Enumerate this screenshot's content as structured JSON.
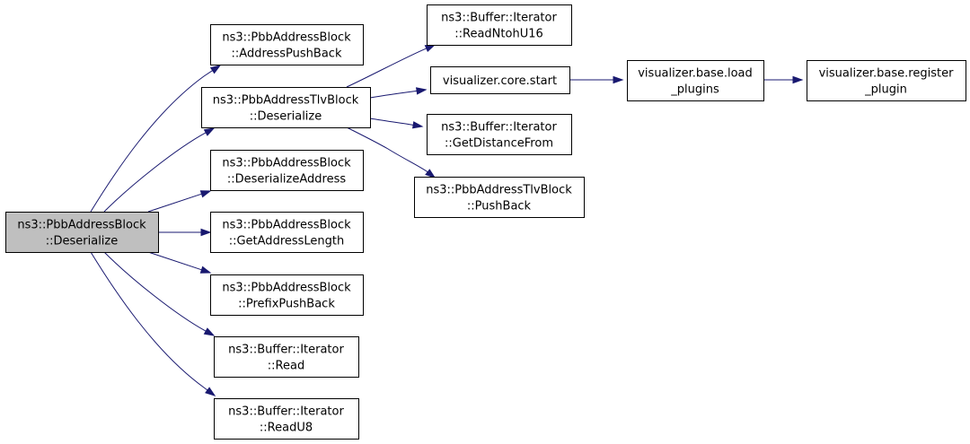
{
  "diagram": {
    "type": "call-graph",
    "colors": {
      "edge": "#191970",
      "root_fill": "#bfbfbf",
      "node_fill": "#ffffff",
      "border": "#000000"
    },
    "nodes": [
      {
        "id": "root",
        "lines": [
          "ns3::PbbAddressBlock",
          "::Deserialize"
        ],
        "is_root": true
      },
      {
        "id": "address-push-back",
        "lines": [
          "ns3::PbbAddressBlock",
          "::AddressPushBack"
        ]
      },
      {
        "id": "tlv-deserialize",
        "lines": [
          "ns3::PbbAddressTlvBlock",
          "::Deserialize"
        ]
      },
      {
        "id": "deserialize-address",
        "lines": [
          "ns3::PbbAddressBlock",
          "::DeserializeAddress"
        ]
      },
      {
        "id": "get-address-length",
        "lines": [
          "ns3::PbbAddressBlock",
          "::GetAddressLength"
        ]
      },
      {
        "id": "prefix-push-back",
        "lines": [
          "ns3::PbbAddressBlock",
          "::PrefixPushBack"
        ]
      },
      {
        "id": "iterator-read",
        "lines": [
          "ns3::Buffer::Iterator",
          "::Read"
        ]
      },
      {
        "id": "iterator-read-u8",
        "lines": [
          "ns3::Buffer::Iterator",
          "::ReadU8"
        ]
      },
      {
        "id": "iterator-read-ntoh-u16",
        "lines": [
          "ns3::Buffer::Iterator",
          "::ReadNtohU16"
        ]
      },
      {
        "id": "core-start",
        "lines": [
          "visualizer.core.start"
        ]
      },
      {
        "id": "iterator-get-distance-from",
        "lines": [
          "ns3::Buffer::Iterator",
          "::GetDistanceFrom"
        ]
      },
      {
        "id": "tlv-push-back",
        "lines": [
          "ns3::PbbAddressTlvBlock",
          "::PushBack"
        ]
      },
      {
        "id": "base-load-plugins",
        "lines": [
          "visualizer.base.load",
          "_plugins"
        ]
      },
      {
        "id": "base-register-plugin",
        "lines": [
          "visualizer.base.register",
          "_plugin"
        ]
      }
    ],
    "edges": [
      {
        "from": "root",
        "to": "address-push-back"
      },
      {
        "from": "root",
        "to": "tlv-deserialize"
      },
      {
        "from": "root",
        "to": "deserialize-address"
      },
      {
        "from": "root",
        "to": "get-address-length"
      },
      {
        "from": "root",
        "to": "prefix-push-back"
      },
      {
        "from": "root",
        "to": "iterator-read"
      },
      {
        "from": "root",
        "to": "iterator-read-u8"
      },
      {
        "from": "tlv-deserialize",
        "to": "iterator-read-ntoh-u16"
      },
      {
        "from": "tlv-deserialize",
        "to": "core-start"
      },
      {
        "from": "tlv-deserialize",
        "to": "iterator-get-distance-from"
      },
      {
        "from": "tlv-deserialize",
        "to": "tlv-push-back"
      },
      {
        "from": "core-start",
        "to": "base-load-plugins"
      },
      {
        "from": "base-load-plugins",
        "to": "base-register-plugin"
      }
    ]
  }
}
